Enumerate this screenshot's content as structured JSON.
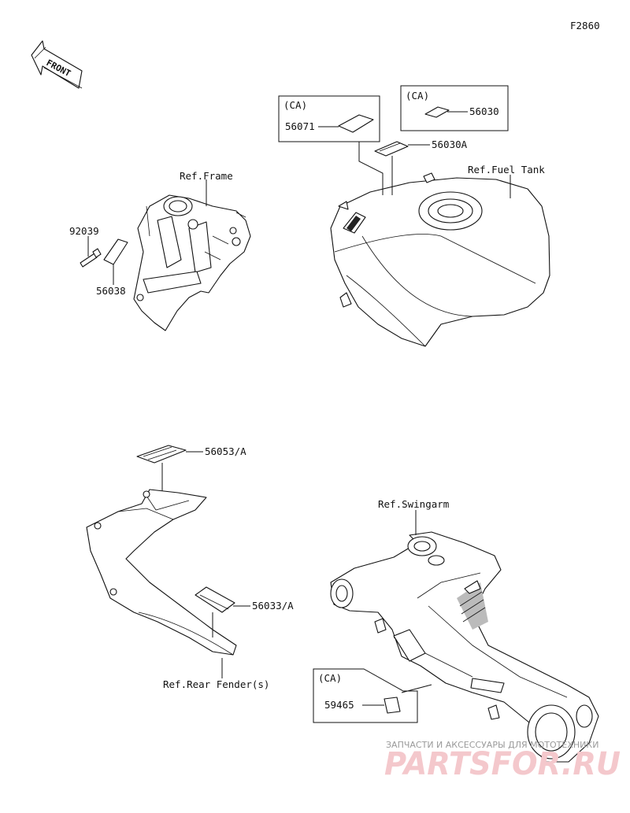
{
  "diagram_code": "F2860",
  "front_arrow": "FRONT",
  "labels": {
    "ref_frame": "Ref.Frame",
    "ref_fuel_tank": "Ref.Fuel Tank",
    "ref_swingarm": "Ref.Swingarm",
    "ref_rear_fender": "Ref.Rear Fender(s)",
    "p92039": "92039",
    "p56038": "56038",
    "p56071": "56071",
    "p56030": "56030",
    "p56030A": "56030A",
    "p56053A": "56053/A",
    "p56033A": "56033/A",
    "p59465": "59465",
    "ca1": "(CA)",
    "ca2": "(CA)",
    "ca3": "(CA)"
  },
  "watermark": {
    "top": "ЗАПЧАСТИ И АКСЕССУАРЫ ДЛЯ МОТОТЕХНИКИ",
    "brand": "PARTSFOR.RU"
  }
}
